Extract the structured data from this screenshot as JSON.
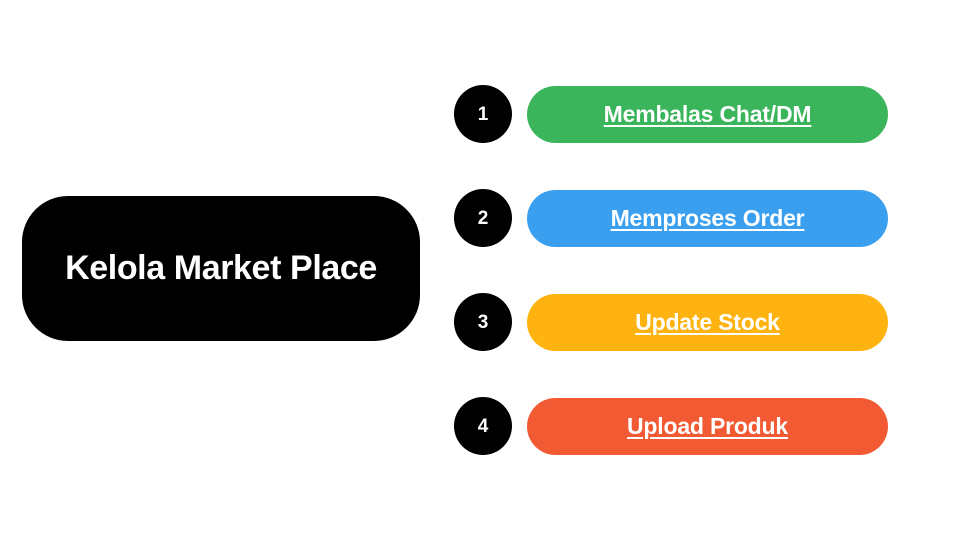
{
  "slide": {
    "background_color": "#FFFFFF",
    "headline": {
      "text": "Kelola Market Place",
      "background_color": "#000000",
      "text_color": "#FFFFFF"
    },
    "steps": [
      {
        "number": "1",
        "label": "Membalas Chat/DM",
        "color": "#3BB55C",
        "badge_color": "#000000",
        "label_color": "#FFFFFF"
      },
      {
        "number": "2",
        "label": "Memproses Order",
        "color": "#3B9FF0",
        "badge_color": "#000000",
        "label_color": "#FFFFFF"
      },
      {
        "number": "3",
        "label": "Update Stock",
        "color": "#FFB310",
        "badge_color": "#000000",
        "label_color": "#FFFFFF"
      },
      {
        "number": "4",
        "label": "Upload Produk",
        "color": "#F15A33",
        "badge_color": "#000000",
        "label_color": "#FFFFFF"
      }
    ]
  }
}
